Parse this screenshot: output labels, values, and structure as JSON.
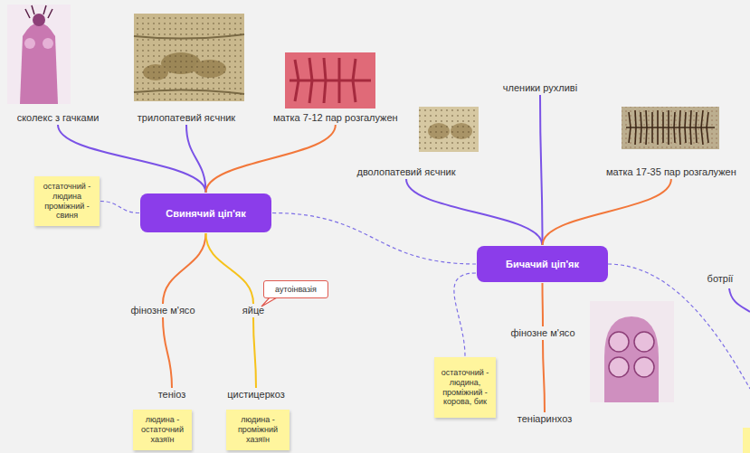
{
  "diagram": {
    "nodes": [
      {
        "text": [
          "членики рухливі"
        ]
      },
      {
        "text": [
          "сколекс з гачками"
        ]
      },
      {
        "text": [
          "трилопатевий яєчник"
        ]
      },
      {
        "text": [
          "матка 7-12 пар розгалужен"
        ]
      },
      {
        "text": [
          "дволопатевий яєчник"
        ]
      },
      {
        "text": [
          "матка 17-35 пар розгалужен"
        ]
      },
      {
        "text": [
          "остаточний - людина проміжний - свиня"
        ]
      },
      {
        "text": [
          "Свинячий ціп'як"
        ]
      },
      {
        "text": [
          "Бичачий ціп'як"
        ]
      },
      {
        "text": [
          "ботрії"
        ]
      },
      {
        "text": [
          "аутоінвазія"
        ]
      },
      {
        "text": [
          "фінозне м'ясо"
        ]
      },
      {
        "text": [
          "яйце"
        ]
      },
      {
        "text": [
          "фінозне м'ясо"
        ]
      },
      {
        "text": [
          "остаточний - людина, проміжний - корова, бик"
        ]
      },
      {
        "text": [
          "теніоз"
        ]
      },
      {
        "text": [
          "цистицеркоз"
        ]
      },
      {
        "text": [
          "теніаринхоз"
        ]
      },
      {
        "text": [
          "людина - остаточний хазяїн"
        ]
      },
      {
        "text": [
          "людина - проміжний хазяїн"
        ]
      }
    ],
    "edges": [
      {
        "from": 7,
        "to": 1,
        "arrow": "none"
      },
      {
        "from": 7,
        "to": 2,
        "arrow": "none"
      },
      {
        "from": 7,
        "to": 3,
        "arrow": "none"
      },
      {
        "from": 7,
        "to": 6,
        "arrow": "none"
      },
      {
        "from": 7,
        "to": 11,
        "arrow": "none"
      },
      {
        "from": 7,
        "to": 12,
        "arrow": "none"
      },
      {
        "from": 11,
        "to": 15,
        "arrow": "none"
      },
      {
        "from": 12,
        "to": 16,
        "arrow": "none"
      },
      {
        "from": 7,
        "to": 8,
        "arrow": "none"
      },
      {
        "from": 8,
        "to": 0,
        "arrow": "none"
      },
      {
        "from": 8,
        "to": 4,
        "arrow": "none"
      },
      {
        "from": 8,
        "to": 5,
        "arrow": "none"
      },
      {
        "from": 8,
        "to": 13,
        "arrow": "none"
      },
      {
        "from": 13,
        "to": 17,
        "arrow": "none"
      },
      {
        "from": 8,
        "to": 14,
        "arrow": "none"
      }
    ]
  }
}
